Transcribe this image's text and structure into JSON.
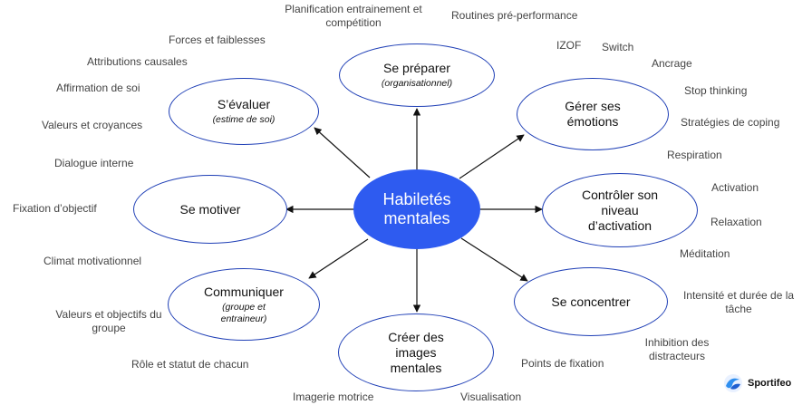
{
  "center": {
    "text": "Habiletés mentales",
    "color": "#2e5bf0"
  },
  "nodes": {
    "preparer": {
      "title": "Se préparer",
      "sub": "(organisationnel)"
    },
    "evaluer": {
      "title": "S’évaluer",
      "sub": "(estime de soi)"
    },
    "emotions": {
      "title": "Gérer ses émotions"
    },
    "motiver": {
      "title": "Se motiver"
    },
    "activation": {
      "title": "Contrôler son niveau d’activation"
    },
    "communiquer": {
      "title": "Communiquer",
      "sub": "(groupe et entraineur)"
    },
    "concentrer": {
      "title": "Se concentrer"
    },
    "images": {
      "title": "Créer des images mentales"
    }
  },
  "labels": {
    "planification": "Planification entrainement et compétition",
    "routines": "Routines pré-performance",
    "forces": "Forces et faiblesses",
    "izof": "IZOF",
    "switch": "Switch",
    "attributions": "Attributions causales",
    "ancrage": "Ancrage",
    "affirmation": "Affirmation de soi",
    "stop_thinking": "Stop thinking",
    "valeurs_croyances": "Valeurs et croyances",
    "strategies": "Stratégies de coping",
    "respiration": "Respiration",
    "dialogue": "Dialogue interne",
    "activation": "Activation",
    "fixation_objectif": "Fixation d’objectif",
    "relaxation": "Relaxation",
    "meditation": "Méditation",
    "climat": "Climat motivationnel",
    "intensite": "Intensité et durée de la tâche",
    "valeurs_objectifs": "Valeurs et objectifs du groupe",
    "inhibition": "Inhibition des distracteurs",
    "role": "Rôle et statut de chacun",
    "points_fixation": "Points de fixation",
    "imagerie": "Imagerie motrice",
    "visualisation": "Visualisation"
  },
  "logo": {
    "icon": "sportifeo-wave-icon",
    "text": "Sportifeo"
  },
  "colors": {
    "border": "#1f3fb6",
    "arrow": "#111111",
    "label": "#444444"
  }
}
